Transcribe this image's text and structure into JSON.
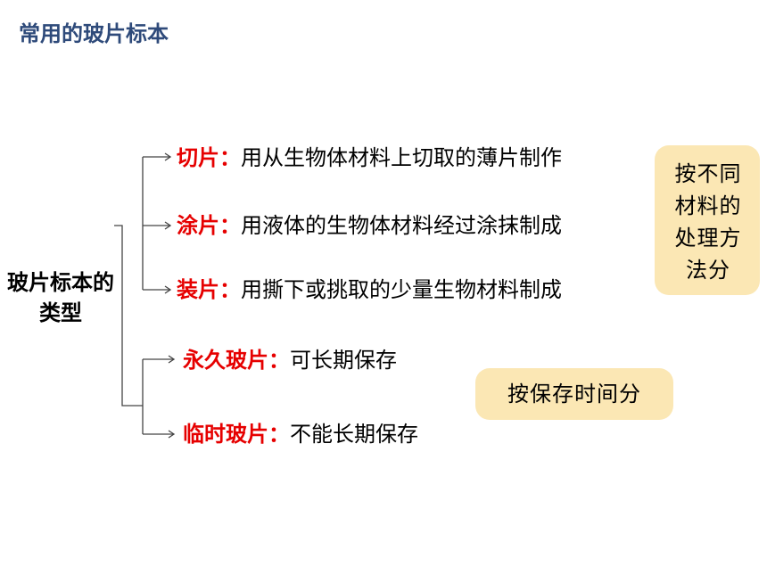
{
  "title": "常用的玻片标本",
  "root": {
    "label": "玻片标本的类型"
  },
  "branches_by_material": [
    {
      "term": "切片",
      "sep": "：",
      "desc": "用从生物体材料上切取的薄片制作"
    },
    {
      "term": "涂片",
      "sep": "：",
      "desc": "用液体的生物体材料经过涂抹制成"
    },
    {
      "term": "装片",
      "sep": "：",
      "desc": "用撕下或挑取的少量生物材料制成"
    }
  ],
  "branches_by_time": [
    {
      "term": "永久玻片",
      "sep": "：",
      "desc": "可长期保存"
    },
    {
      "term": "临时玻片",
      "sep": "：",
      "desc": "不能长期保存"
    }
  ],
  "notes": {
    "by_material": "按不同材料的处理方法分",
    "by_time": "按保存时间分"
  },
  "colors": {
    "title": "#2e4a7a",
    "term": "#e60000",
    "note_bg": "#fbe7b4"
  }
}
